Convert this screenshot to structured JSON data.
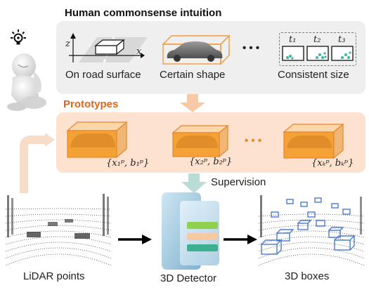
{
  "top_panel": {
    "title": "Human commonsense intuition",
    "items": [
      {
        "label": "On road surface",
        "axis_z": "z",
        "axis_x": "x"
      },
      {
        "label": "Certain shape"
      },
      {
        "label": "Consistent size",
        "frames": [
          "t₁",
          "t₂",
          "t₃"
        ]
      }
    ],
    "ellipsis": "• • •"
  },
  "prototypes": {
    "title": "Prototypes",
    "items": [
      {
        "formula": "{x₁ᵖ, b₁ᵖ}"
      },
      {
        "formula": "{x₂ᵖ, b₂ᵖ}"
      },
      {
        "formula": "{xₖᵖ, bₖᵖ}"
      }
    ],
    "ellipsis": "• • •"
  },
  "pipeline": {
    "supervision_label": "Supervision",
    "input_label": "LiDAR points",
    "detector_label": "3D Detector",
    "output_label": "3D boxes"
  },
  "colors": {
    "top_panel_bg": "#efefef",
    "proto_panel_bg": "#fde3cf",
    "proto_title": "#e0661a",
    "arrow_orange": "#f7c9a5",
    "arrow_teal": "#b9ddd6",
    "box_orange": "#f39a3f",
    "box_blue": "#4a7bd8"
  }
}
